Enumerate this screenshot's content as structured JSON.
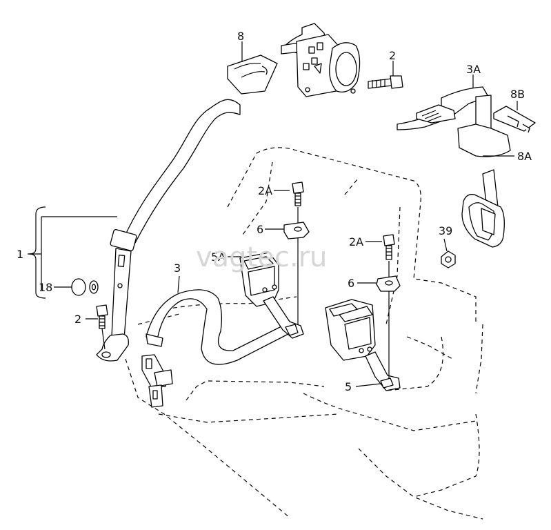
{
  "watermark": "vagtec.ru",
  "callouts": {
    "c8": "8",
    "c2_top": "2",
    "c3A": "3A",
    "c8B": "8B",
    "c8A": "8A",
    "c2A_left": "2A",
    "c6_left": "6",
    "c5A": "5A",
    "c3": "3",
    "c1": "1",
    "c18": "18",
    "c2_left": "2",
    "c2A_right": "2A",
    "c6_right": "6",
    "c39": "39",
    "c5": "5"
  }
}
